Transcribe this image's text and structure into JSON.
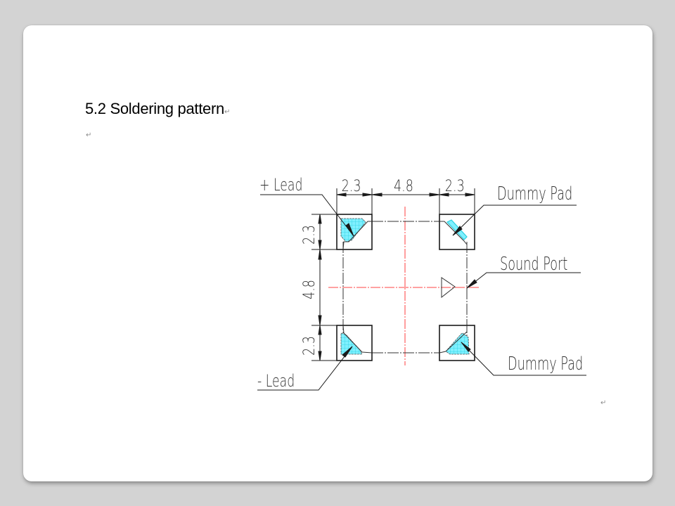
{
  "document": {
    "heading": "5.2 Soldering pattern",
    "paragraph_mark": "↵"
  },
  "drawing": {
    "dimensions": {
      "top_left_pad_width": "2.3",
      "pad_spacing_horizontal": "4.8",
      "top_right_pad_width": "2.3",
      "top_pad_height": "2.3",
      "pad_spacing_vertical": "4.8",
      "bottom_pad_height": "2.3"
    },
    "labels": {
      "plus_lead": "+ Lead",
      "minus_lead": "- Lead",
      "dummy_pad_top": "Dummy Pad",
      "dummy_pad_bottom": "Dummy Pad",
      "sound_port": "Sound Port"
    },
    "colors": {
      "outline": "#1a1a1a",
      "centerline": "#ff5a5a",
      "hatch_fill": "#7ff0ff",
      "hatch_line": "#2ad0e0"
    }
  }
}
